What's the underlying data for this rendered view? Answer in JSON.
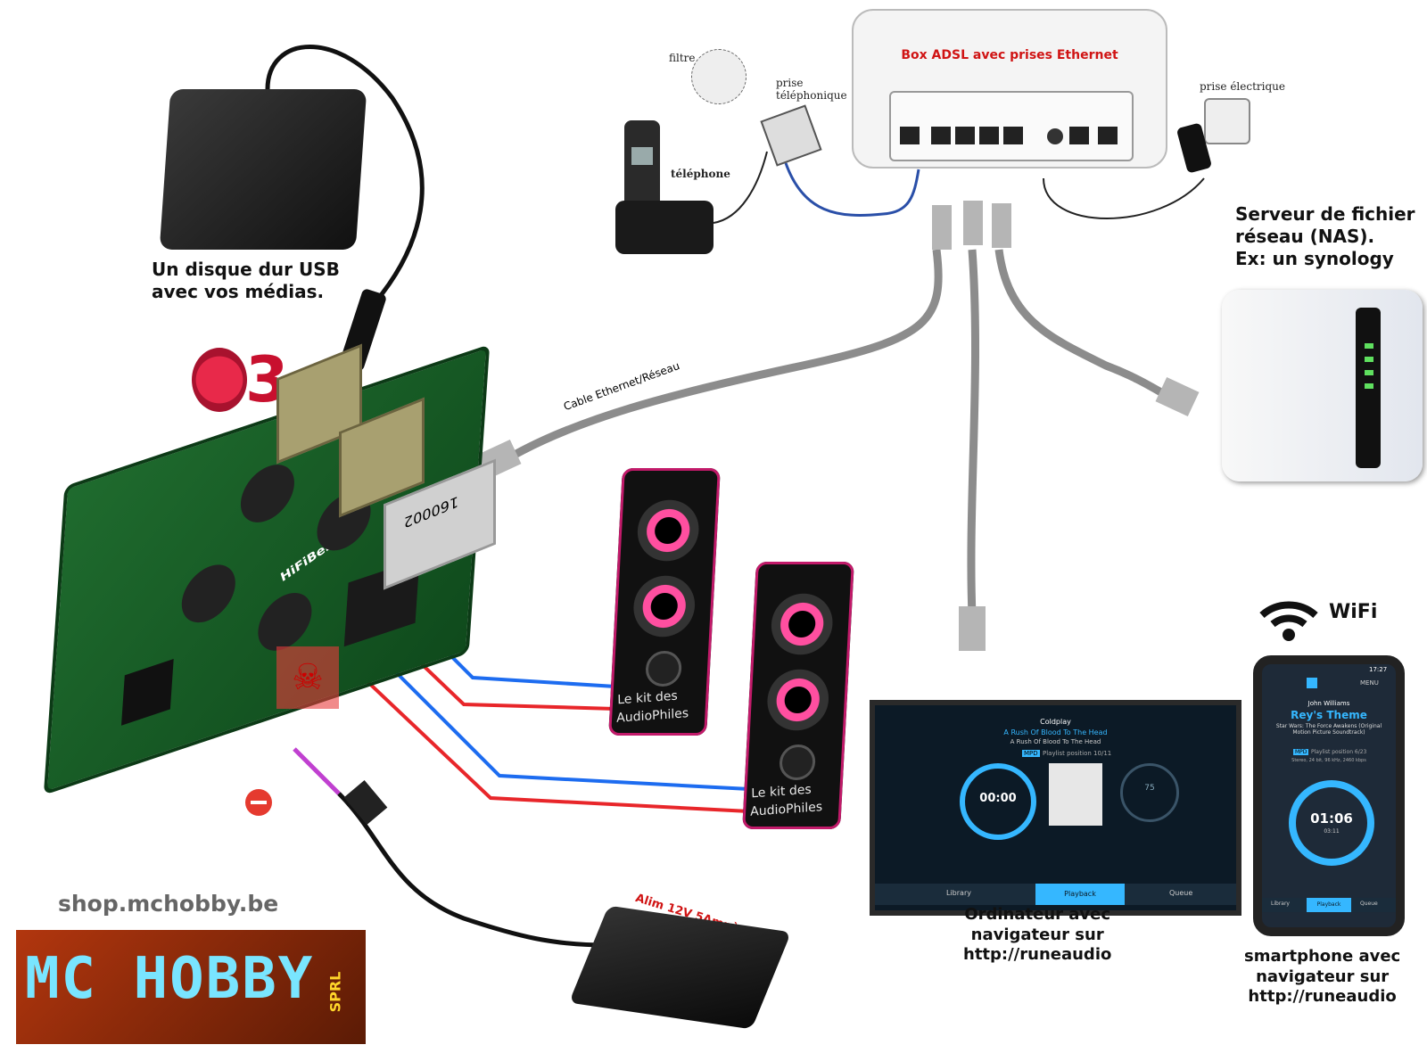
{
  "adsl_box": {
    "title": "Box ADSL  avec prises Ethernet"
  },
  "phone_area": {
    "filter": "filtre",
    "socket": "prise\ntéléphonique",
    "phone": "téléphone",
    "power_socket": "prise électrique"
  },
  "usb_disk": {
    "label": "Un disque dur USB\navec vos médias."
  },
  "nas": {
    "label": "Serveur de fichier\nréseau (NAS).\nEx: un synology"
  },
  "pi": {
    "badge": "3",
    "board_text": "HiFiBerry",
    "chip_text": "160002"
  },
  "cable": {
    "label": "Cable Ethernet/Réseau"
  },
  "speakers": {
    "text_line1": "Le kit des",
    "text_line2": "AudioPhiles"
  },
  "power_supply": {
    "label": "Alim 12V 5Ampères"
  },
  "wifi": {
    "label": "WiFi"
  },
  "computer": {
    "label": "Ordinateur avec\nnavigateur sur\nhttp://runeaudio",
    "screen": {
      "artist": "Coldplay",
      "track": "A Rush Of Blood To The Head",
      "album": "A Rush Of Blood To The Head",
      "position": "Playlist position 10/11",
      "mpd": "MPD",
      "time": "00:00",
      "volume": "75",
      "tab_library": "Library",
      "tab_playback": "Playback",
      "tab_queue": "Queue"
    }
  },
  "smartphone": {
    "label": "smartphone avec\nnavigateur sur\nhttp://runeaudio",
    "screen": {
      "status_time": "17:27",
      "menu": "MENU",
      "artist": "John Williams",
      "title": "Rey's Theme",
      "album": "Star Wars: The Force Awakens (Original Motion Picture Soundtrack)",
      "mpd": "MPD",
      "position": "Playlist position 6/23",
      "format": "Stereo, 24 bit, 96 kHz, 2460 kbps",
      "time": "01:06",
      "total": "03:11",
      "tab_library": "Library",
      "tab_playback": "Playback",
      "tab_queue": "Queue"
    }
  },
  "shop": {
    "url": "shop.mchobby.be",
    "logo": "MC HOBBY",
    "logo_suffix": "SPRL"
  },
  "colors": {
    "red_wire": "#e8262a",
    "blue_wire": "#1d6cf0",
    "cable_grey": "#8c8c8c",
    "brand_red": "#d01414"
  }
}
